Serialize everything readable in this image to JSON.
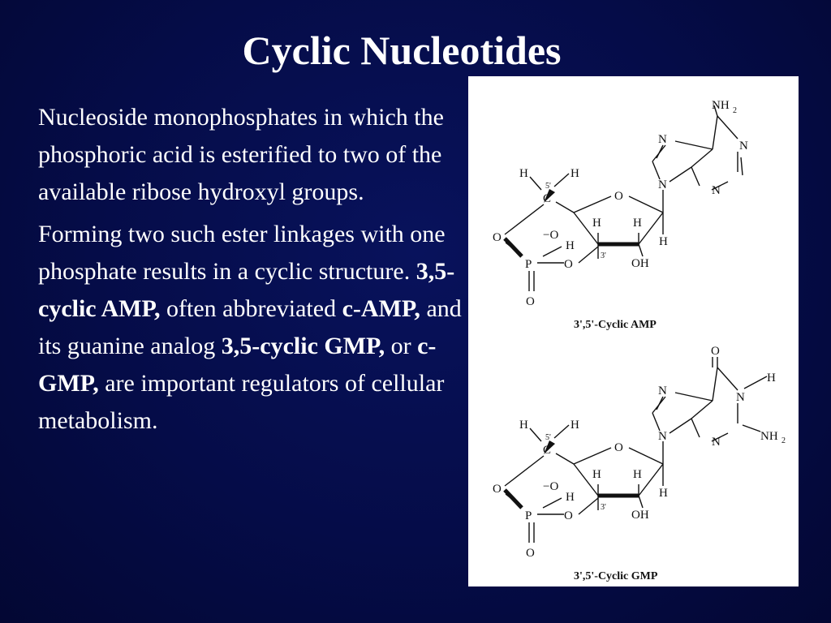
{
  "title": "Cyclic Nucleotides",
  "paragraph1": "Nucleoside monophosphates in which the phosphoric acid is esterified to two of the available ribose hydroxyl groups.",
  "paragraph2": {
    "t1": "Forming two such ester linkages with one phosphate results in a cyclic structure. ",
    "b1": "3,5-cyclic AMP,",
    "t2": " often abbreviated ",
    "b2": "c-AMP,",
    "t3": " and its guanine analog ",
    "b3": "3,5-cyclic GMP,",
    "t4": " or ",
    "b4": "c-GMP,",
    "t5": " are important regulators of cellular metabolism."
  },
  "figure": {
    "amp": {
      "caption": "3',5'-Cyclic AMP",
      "base_top": "NH",
      "base_top_sub": "2",
      "base_top_sub_right": "",
      "n_right_sub": ""
    },
    "gmp": {
      "caption": "3',5'-Cyclic GMP",
      "base_top": "O",
      "n1_h": "H",
      "nh2": "NH",
      "nh2_sub": "2"
    },
    "labels": {
      "H": "H",
      "N": "N",
      "O": "O",
      "C": "C",
      "P": "P",
      "OH": "OH",
      "O_minus": "−O",
      "five_prime": "5'",
      "three_prime": "3'"
    },
    "colors": {
      "background": "#ffffff",
      "ink": "#111111"
    }
  },
  "colors": {
    "slide_background": "#050c48",
    "text": "#ffffff"
  }
}
